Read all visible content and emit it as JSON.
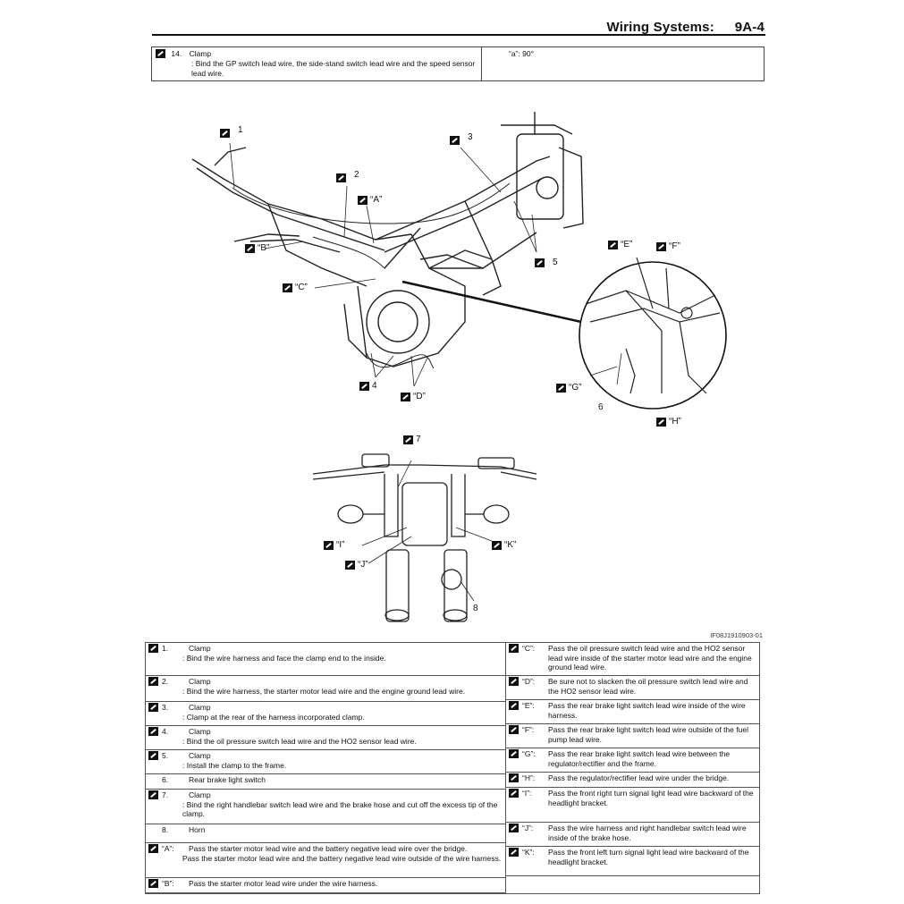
{
  "header": {
    "section": "Wiring Systems:",
    "page": "9A-4"
  },
  "top_note": {
    "item": "14.",
    "title": "Clamp",
    "desc": ": Bind the GP switch lead wire, the side-stand switch lead wire and the speed sensor lead wire.",
    "angle": "“a”:  90°"
  },
  "callouts": {
    "c1": "1",
    "c2": "2",
    "c3": "3",
    "c4": "4",
    "c5": "5",
    "c6": "6",
    "c7": "7",
    "c8": "8",
    "A": "“A”",
    "B": "“B”",
    "C": "“C”",
    "D": "“D”",
    "E": "“E”",
    "F": "“F”",
    "G": "“G”",
    "H": "“H”",
    "I": "“I”",
    "J": "“J”",
    "K": "“K”"
  },
  "figure_id": "IF08J1910903-01",
  "left_items": [
    {
      "key": "1.",
      "title": "Clamp",
      "desc": ": Bind the wire harness and face the clamp end to the inside.",
      "icon": true
    },
    {
      "key": "2.",
      "title": "Clamp",
      "desc": ": Bind the wire harness, the starter motor lead wire and the engine ground lead wire.",
      "icon": true
    },
    {
      "key": "3.",
      "title": "Clamp",
      "desc": ": Clamp at the rear of the harness incorporated clamp.",
      "icon": true
    },
    {
      "key": "4.",
      "title": "Clamp",
      "desc": ": Bind the oil pressure switch lead wire and the HO2 sensor lead wire.",
      "icon": true
    },
    {
      "key": "5.",
      "title": "Clamp",
      "desc": ": Install the clamp to the frame.",
      "icon": true
    },
    {
      "key": "6.",
      "title": "Rear brake light switch",
      "desc": "",
      "icon": false
    },
    {
      "key": "7.",
      "title": "Clamp",
      "desc": ": Bind the right handlebar switch lead wire and the brake hose and cut off the excess tip of the clamp.",
      "icon": true
    },
    {
      "key": "8.",
      "title": "Horn",
      "desc": "",
      "icon": false
    },
    {
      "key": "“A”:",
      "title": "Pass the starter motor lead wire and the battery negative lead wire over the bridge.",
      "desc": "Pass the starter motor lead wire and the battery negative lead wire outside of the wire harness.",
      "icon": true
    },
    {
      "key": "“B”:",
      "title": "Pass the starter motor lead wire under the wire harness.",
      "desc": "",
      "icon": true
    }
  ],
  "right_items": [
    {
      "key": "“C”:",
      "text": "Pass the oil pressure switch lead wire and the HO2 sensor lead wire inside of the starter motor lead wire and the engine ground lead wire."
    },
    {
      "key": "“D”:",
      "text": "Be sure not to slacken the oil pressure switch lead wire and the HO2 sensor lead wire."
    },
    {
      "key": "“E”:",
      "text": "Pass the rear brake light switch lead wire inside of the wire harness."
    },
    {
      "key": "“F”:",
      "text": "Pass the rear brake light switch lead wire outside of the fuel pump lead wire."
    },
    {
      "key": "“G”:",
      "text": "Pass the rear brake light switch lead wire between the regulator/rectifier and the frame."
    },
    {
      "key": "“H”:",
      "text": "Pass the regulator/rectifier lead wire under the bridge."
    },
    {
      "key": "“I”:",
      "text": "Pass the front right turn signal light lead wire backward of the headlight bracket."
    },
    {
      "key": "“J”:",
      "text": "Pass the wire harness and right handlebar switch lead wire inside of the brake hose."
    },
    {
      "key": "“K”:",
      "text": "Pass the front left turn signal light lead wire backward of the headlight bracket."
    }
  ]
}
